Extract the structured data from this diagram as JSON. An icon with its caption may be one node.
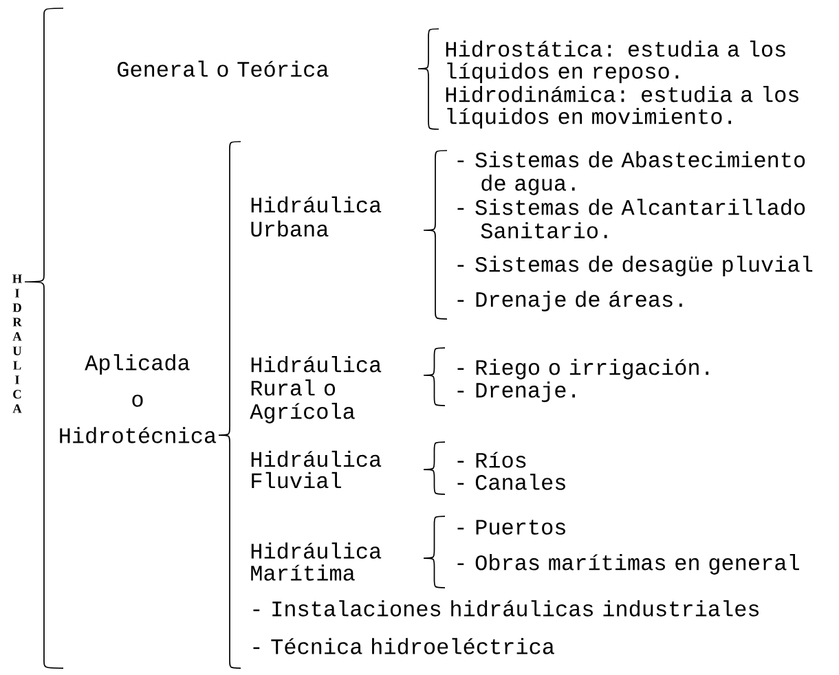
{
  "diagram": {
    "labels": [
      "H I D R A U L I C A",
      "General o Teórica",
      "Hidrostática: estudia a los líquidos en reposo.",
      "Hidrodinámica: estudia a los líquidos en movimiento.",
      "Aplicada o Hidrotécnica",
      "Hidráulica Urbana",
      "- Sistemas de Abastecimiento de agua.",
      "- Sistemas de Alcantarillado Sanitario.",
      "- Sistemas de desagüe pluvial",
      "- Drenaje de áreas.",
      "Hidráulica Rural o Agrícola",
      "- Riego o irrigación.",
      "- Drenaje.",
      "Hidráulica Fluvial",
      "- Ríos",
      "- Canales",
      "Hidráulica Marítima",
      "- Puertos",
      "- Obras marítimas en general",
      "- Instalaciones hidráulicas industriales",
      "- Técnica hidroeléctrica"
    ]
  }
}
